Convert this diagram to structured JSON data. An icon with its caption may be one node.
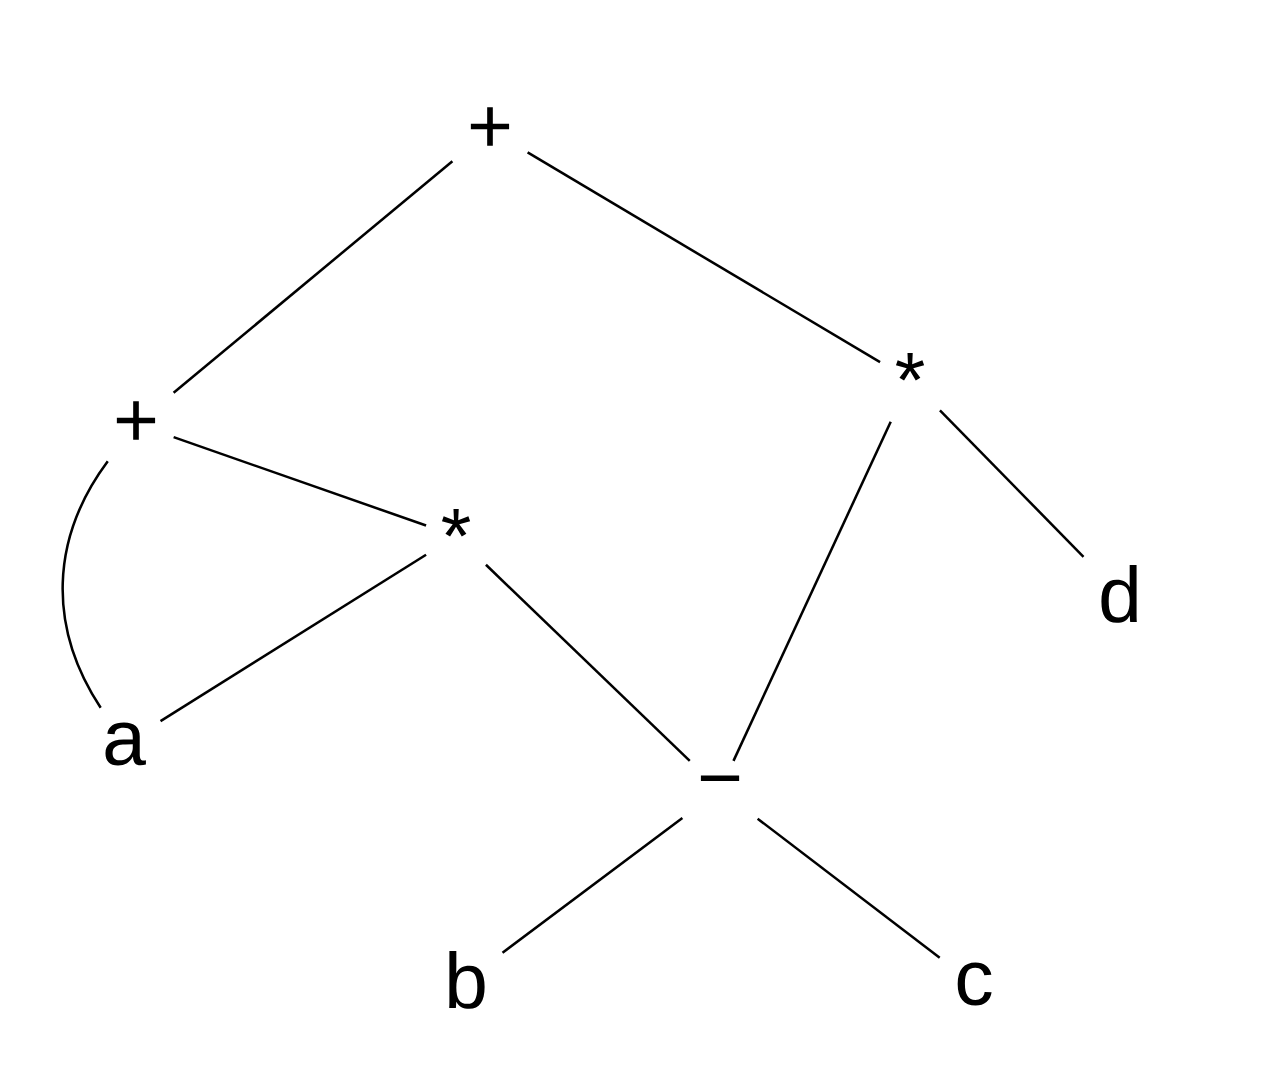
{
  "diagram": {
    "nodes": [
      {
        "text": [
          "+"
        ]
      },
      {
        "text": [
          "+"
        ]
      },
      {
        "text": [
          "*"
        ]
      },
      {
        "text": [
          "*"
        ]
      },
      {
        "text": [
          "a"
        ]
      },
      {
        "text": [
          "d"
        ]
      },
      {
        "text": [
          "−"
        ]
      },
      {
        "text": [
          "b"
        ]
      },
      {
        "text": [
          "c"
        ]
      }
    ],
    "edges": [
      {
        "from": 0,
        "to": 1,
        "arrow": "none"
      },
      {
        "from": 0,
        "to": 3,
        "arrow": "none"
      },
      {
        "from": 1,
        "to": 2,
        "arrow": "none"
      },
      {
        "from": 1,
        "to": 4,
        "arrow": "none"
      },
      {
        "from": 2,
        "to": 4,
        "arrow": "none"
      },
      {
        "from": 2,
        "to": 6,
        "arrow": "none"
      },
      {
        "from": 3,
        "to": 6,
        "arrow": "none"
      },
      {
        "from": 3,
        "to": 5,
        "arrow": "none"
      },
      {
        "from": 6,
        "to": 7,
        "arrow": "none"
      },
      {
        "from": 6,
        "to": 8,
        "arrow": "none"
      }
    ]
  }
}
